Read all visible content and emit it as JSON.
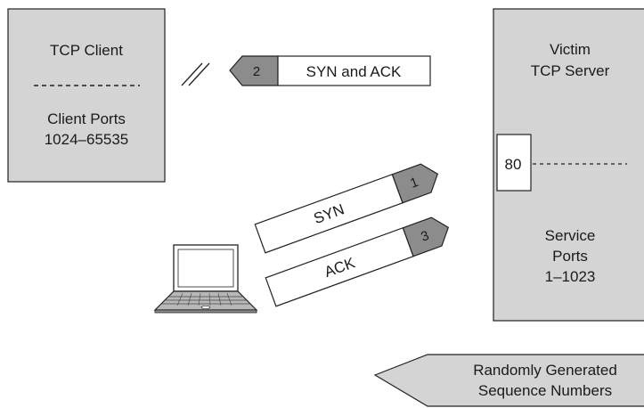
{
  "client": {
    "title": "TCP Client",
    "ports_label": "Client Ports",
    "ports_range": "1024–65535"
  },
  "server": {
    "title_line1": "Victim",
    "title_line2": "TCP Server",
    "port": "80",
    "service_line1": "Service",
    "service_line2": "Ports",
    "service_line3": "1–1023"
  },
  "packets": [
    {
      "number": "1",
      "label": "SYN"
    },
    {
      "number": "2",
      "label": "SYN and ACK"
    },
    {
      "number": "3",
      "label": "ACK"
    }
  ],
  "callout": {
    "line1": "Randomly Generated",
    "line2": "Sequence Numbers"
  },
  "colors": {
    "box_fill": "#d4d4d4",
    "tab_fill": "#8c8c8c",
    "stroke": "#222222"
  },
  "icons": {
    "attacker": "laptop-icon",
    "break": "broken-link-icon"
  }
}
